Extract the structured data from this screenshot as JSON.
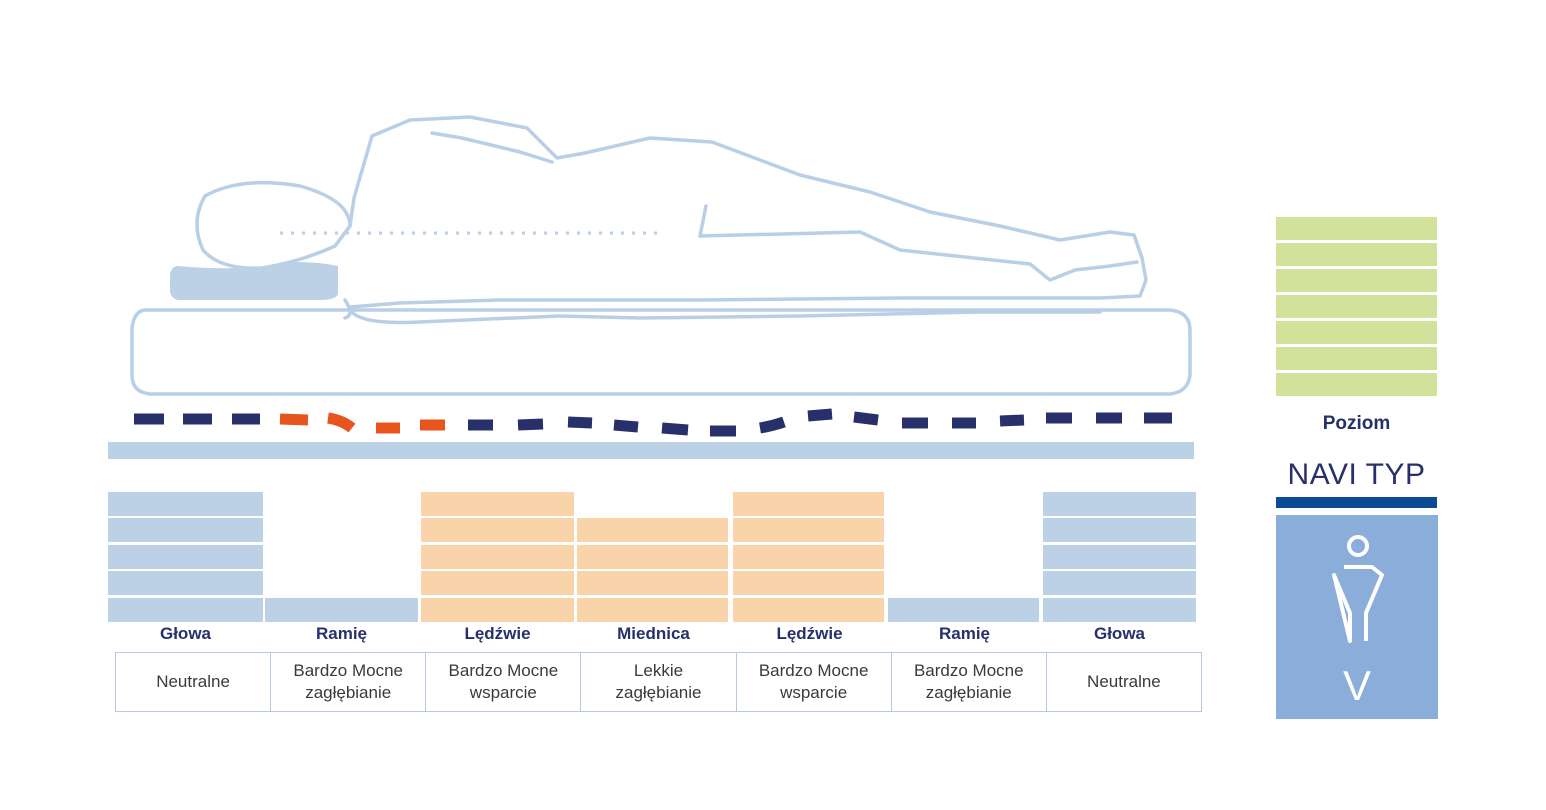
{
  "zones": [
    {
      "name": "Głowa",
      "description": "Neutralne"
    },
    {
      "name": "Ramię",
      "description": "Bardzo Mocne\nzagłębianie"
    },
    {
      "name": "Lędźwie",
      "description": "Bardzo Mocne\nwsparcie"
    },
    {
      "name": "Miednica",
      "description": "Lekkie\nzagłębianie"
    },
    {
      "name": "Lędźwie",
      "description": "Bardzo Mocne\nwsparcie"
    },
    {
      "name": "Ramię",
      "description": "Bardzo Mocne\nzagłębianie"
    },
    {
      "name": "Głowa",
      "description": "Neutralne"
    }
  ],
  "zone_levels": [
    5,
    1,
    5,
    4,
    5,
    1,
    5
  ],
  "zone_colors": [
    "blue",
    "blue",
    "orange",
    "orange",
    "orange",
    "blue",
    "blue"
  ],
  "legend": {
    "level_label": "Poziom",
    "level_count": 7,
    "navi_title": "NAVI TYP",
    "navi_type": "V"
  },
  "colors": {
    "outline": "#b9cfe6",
    "dark_navy": "#27306b",
    "accent_orange": "#e8541e",
    "level_green": "#d2e29b",
    "navi_blue": "#8badd9"
  }
}
